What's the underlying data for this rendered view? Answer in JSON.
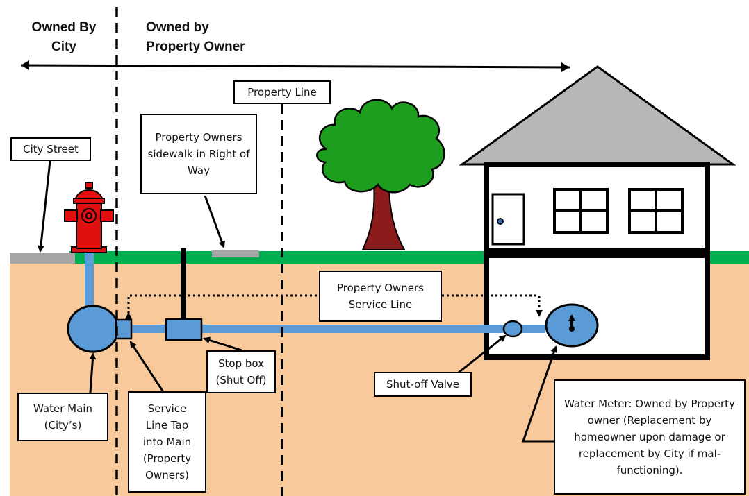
{
  "ownership": {
    "city": "Owned By City",
    "owner": "Owned by Property Owner"
  },
  "labels": {
    "property_line": "Property Line",
    "city_street": "City Street",
    "sidewalk": "Property Owners sidewalk in Right of Way",
    "service_line": "Property Owners Service Line",
    "water_main": "Water Main (City’s)",
    "service_tap": "Service Line Tap into Main (Property Owners)",
    "stop_box": "Stop box (Shut Off)",
    "shutoff_valve": "Shut-off Valve",
    "water_meter": "Water Meter: Owned by Property owner (Replacement by homeowner upon damage or replacement by City if mal-functioning)."
  },
  "colors": {
    "soil": "#f8c99a",
    "grass": "#00b050",
    "pipe": "#5b9bd5",
    "sidewalk": "#a6a6a6",
    "roof": "#b7b7b7",
    "hydrant": "#e01010",
    "foliage": "#1e9e1e",
    "trunk": "#8b1a1a"
  }
}
